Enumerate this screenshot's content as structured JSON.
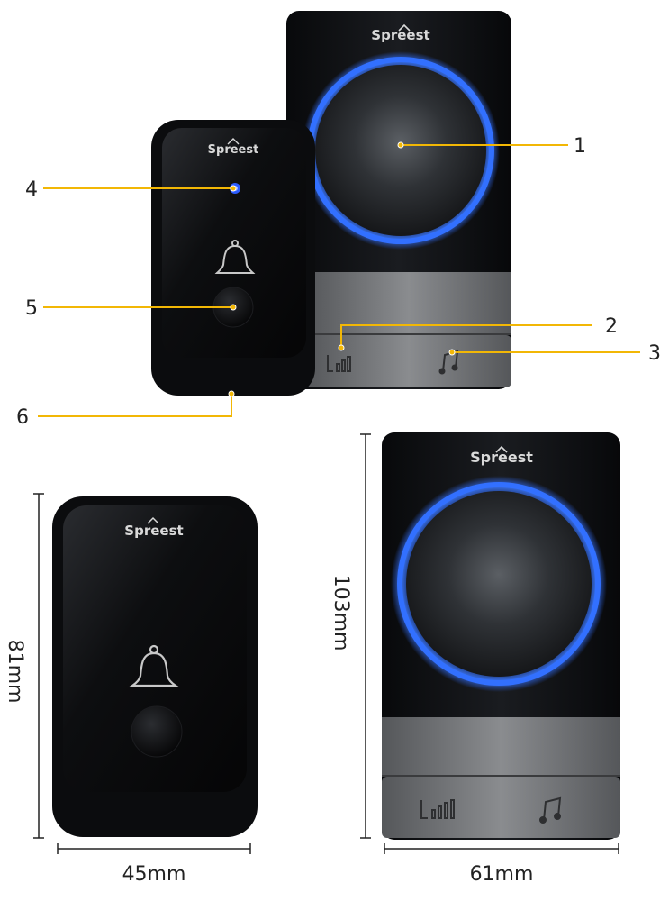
{
  "brand": {
    "name": "Spreest"
  },
  "callouts": [
    {
      "label": "1"
    },
    {
      "label": "2"
    },
    {
      "label": "3"
    },
    {
      "label": "4"
    },
    {
      "label": "5"
    },
    {
      "label": "6"
    }
  ],
  "dimensions": {
    "transmitter_height": "81mm",
    "transmitter_width": "45mm",
    "receiver_height": "103mm",
    "receiver_width": "61mm"
  },
  "colors": {
    "callout_line": "#f2b705",
    "ring_blue": "#2f6bff",
    "body_black": "#0d0f12",
    "band_gray": "#7c7e80"
  },
  "icons": [
    "bell-icon",
    "volume-bars-icon",
    "music-note-icon",
    "house-logo-icon"
  ]
}
